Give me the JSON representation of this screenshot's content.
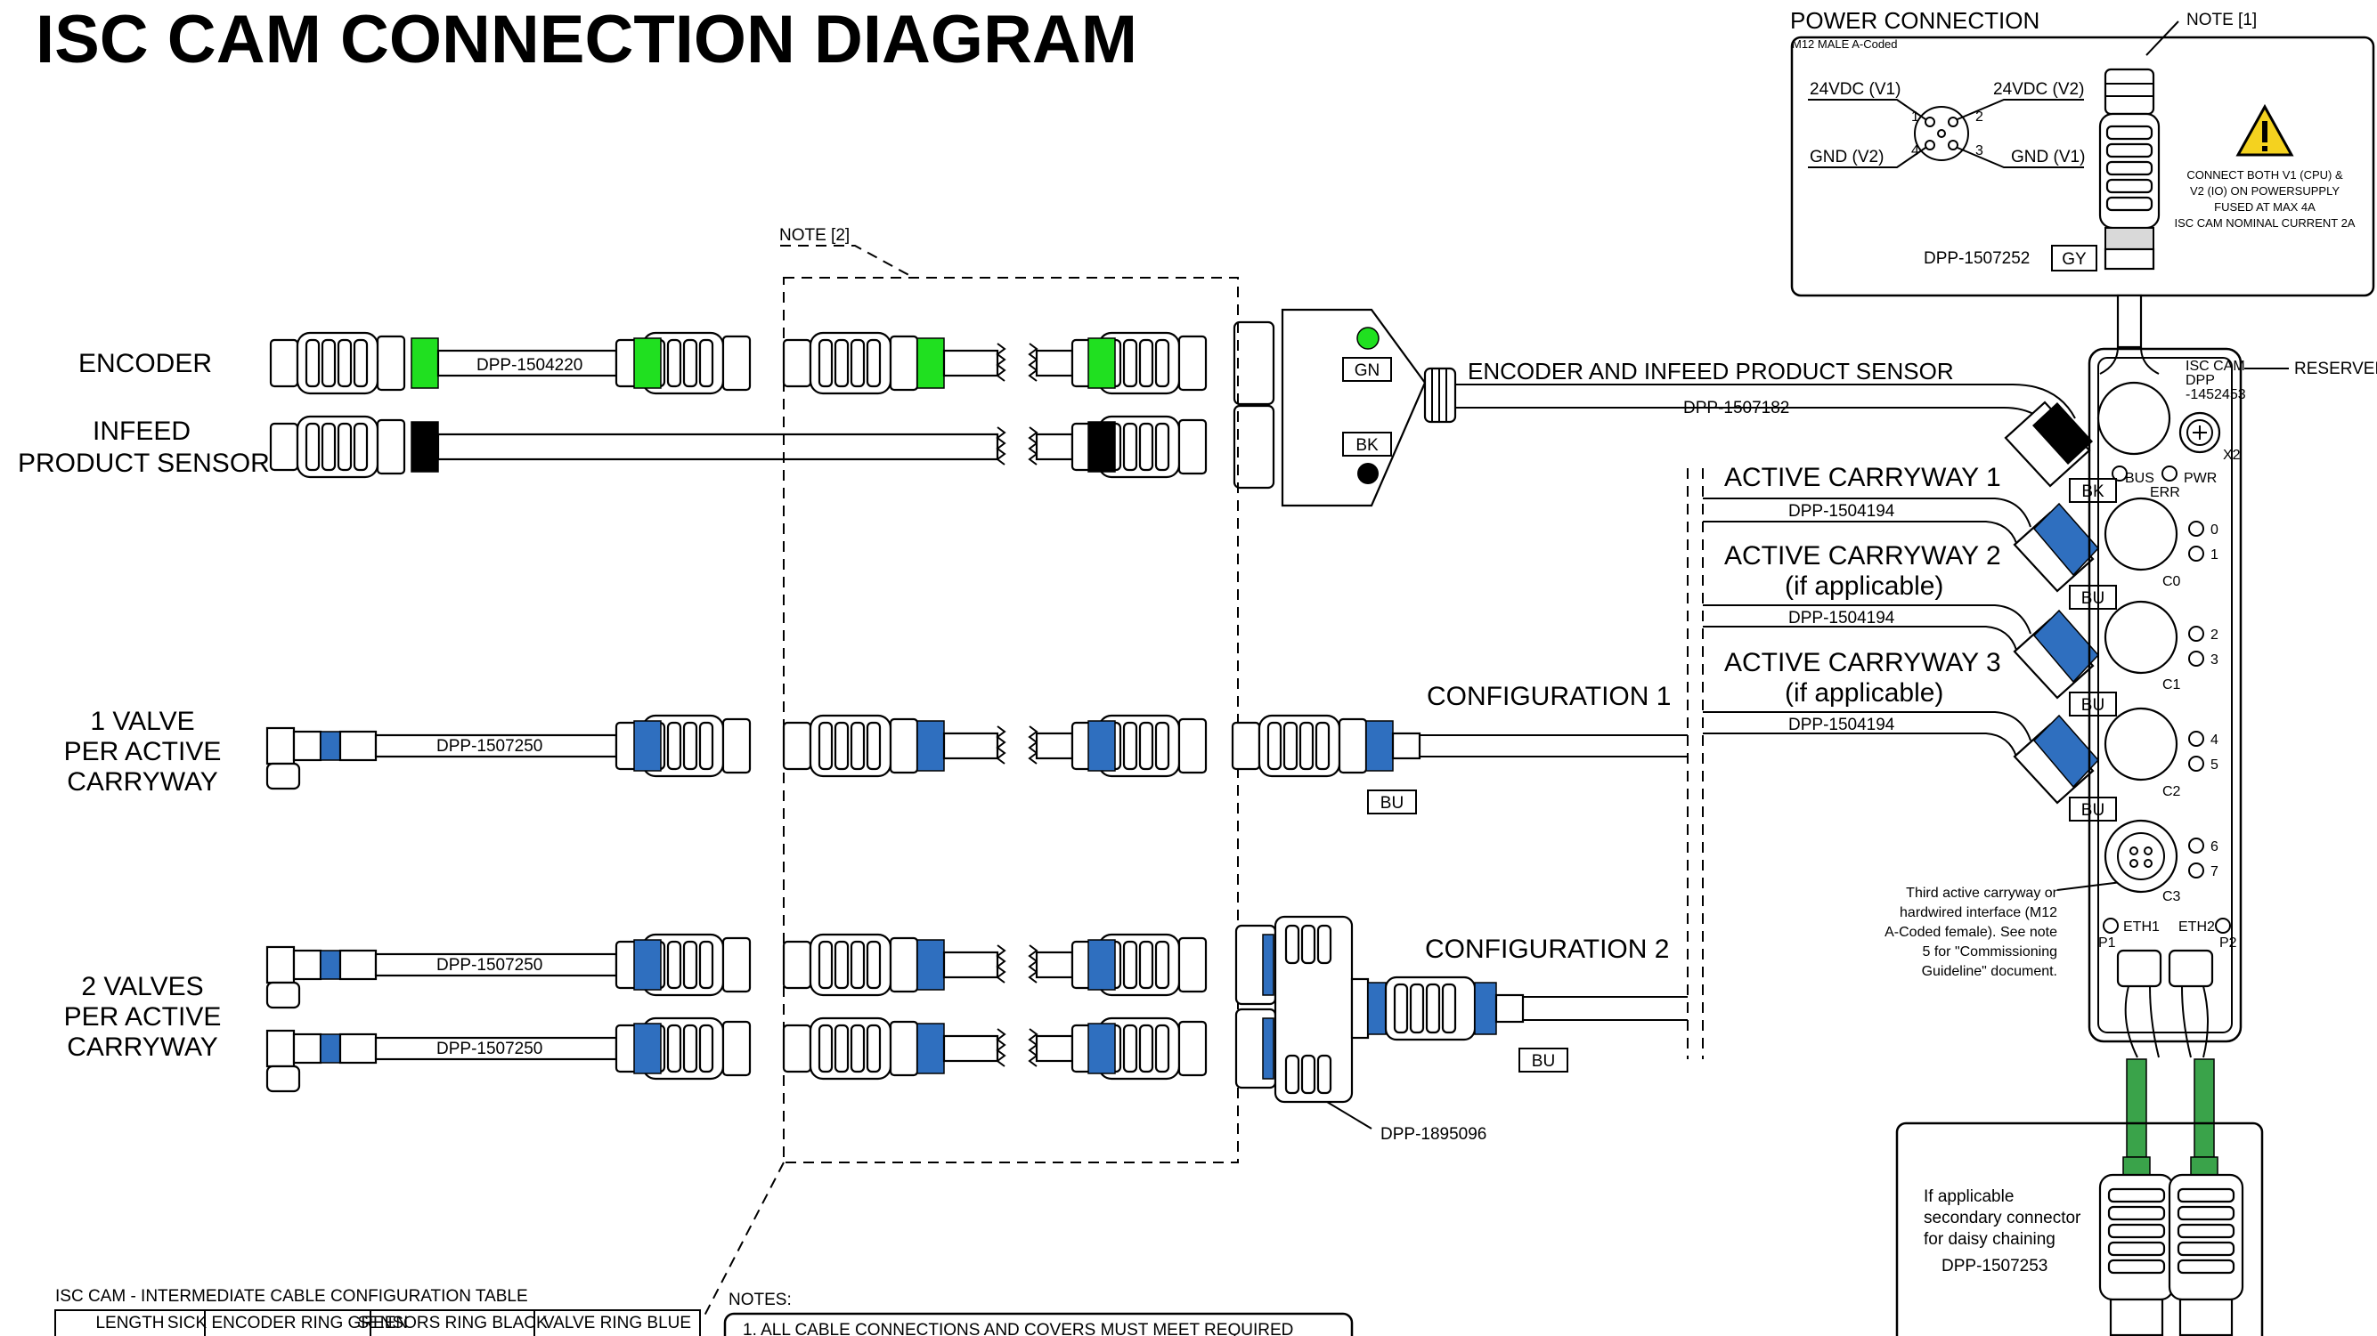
{
  "title": "ISC CAM CONNECTION DIAGRAM",
  "power": {
    "heading": "POWER CONNECTION",
    "subheading": "M12 MALE A-Coded",
    "note_ref": "NOTE [1]",
    "pin1_label": "24VDC (V1)",
    "pin2_label": "24VDC (V2)",
    "pin4_label": "GND (V2)",
    "pin3_label": "GND (V1)",
    "pin_numbers": [
      "1",
      "2",
      "4",
      "3"
    ],
    "warning_lines": [
      "CONNECT BOTH V1 (CPU) &",
      "V2 (IO) ON POWERSUPPLY",
      "FUSED AT MAX 4A",
      "ISC CAM NOMINAL CURRENT 2A"
    ],
    "cable_code": "DPP-1507252",
    "color_tag": "GY"
  },
  "inputs": {
    "encoder_label": "ENCODER",
    "infeed_label_1": "INFEED",
    "infeed_label_2": "PRODUCT SENSOR",
    "encoder_cable": "DPP-1504220",
    "note2": "NOTE [2]",
    "gn_tag": "GN",
    "bk_tag": "BK",
    "y_label": "ENCODER AND INFEED PRODUCT SENSOR",
    "y_cable": "DPP-1507182"
  },
  "camera": {
    "name_lines": [
      "ISC CAM",
      "DPP",
      "-1452453"
    ],
    "reserved": "RESERVED",
    "x2": "X2",
    "bus": "BUS",
    "err": "ERR",
    "pwr": "PWR",
    "bk_tag": "BK",
    "port_labels": [
      "C0",
      "C1",
      "C2",
      "C3"
    ],
    "led_labels": [
      "0",
      "1",
      "2",
      "3",
      "4",
      "5",
      "6",
      "7"
    ],
    "eth_labels": [
      "ETH1",
      "ETH2"
    ],
    "p_labels": [
      "P1",
      "P2"
    ]
  },
  "carryways": {
    "cw1_label": "ACTIVE CARRYWAY 1",
    "cw1_cable": "DPP-1504194",
    "cw2_label": "ACTIVE CARRYWAY 2",
    "cw2_sub": "(if applicable)",
    "cw2_cable": "DPP-1504194",
    "cw3_label": "ACTIVE CARRYWAY 3",
    "cw3_sub": "(if applicable)",
    "cw3_cable": "DPP-1504194",
    "bu": "BU",
    "third_note": [
      "Third active carryway or",
      "hardwired interface (M12",
      "A-Coded female). See note",
      "5 for \"Commissioning",
      "Guideline\" document."
    ]
  },
  "config1": {
    "label_lines": [
      "1 VALVE",
      "PER ACTIVE",
      "CARRYWAY"
    ],
    "cable": "DPP-1507250",
    "config_label": "CONFIGURATION 1",
    "bu": "BU"
  },
  "config2": {
    "label_lines": [
      "2 VALVES",
      "PER ACTIVE",
      "CARRYWAY"
    ],
    "cable_a": "DPP-1507250",
    "cable_b": "DPP-1507250",
    "config_label": "CONFIGURATION 2",
    "bu": "BU",
    "splitter": "DPP-1895096"
  },
  "secondary": {
    "lines": [
      "If applicable",
      "secondary connector",
      "for daisy chaining"
    ],
    "cable": "DPP-1507253"
  },
  "table": {
    "title": "ISC CAM - INTERMEDIATE CABLE CONFIGURATION TABLE",
    "headers": [
      "LENGTH",
      "SICK ENCODER RING GREEN",
      "SENSORS RING BLACK",
      "VALVE RING BLUE"
    ]
  },
  "notes": {
    "heading": "NOTES:",
    "line1": "1.   ALL CABLE CONNECTIONS AND COVERS MUST MEET REQUIRED"
  },
  "colors": {
    "green": "#20e020",
    "blue": "#2f6fbf",
    "black": "#000000",
    "grey": "#d9d9d9",
    "cable_green": "#3aa34a",
    "warning_yellow": "#f4d21f"
  }
}
